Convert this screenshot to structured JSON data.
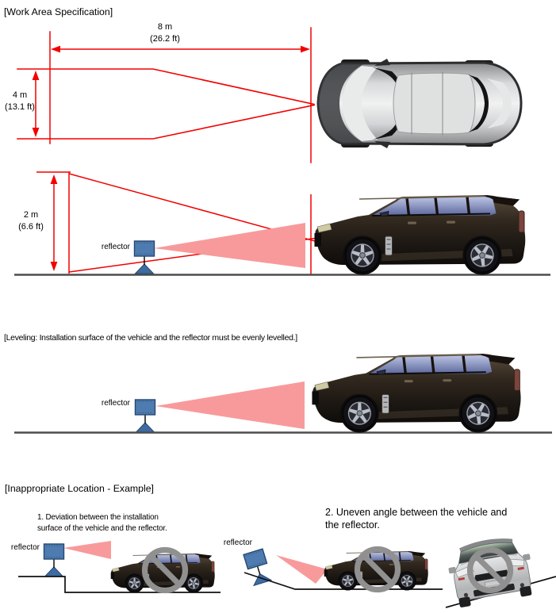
{
  "work_area": {
    "title": "[Work Area Specification]",
    "length_m": "8 m",
    "length_ft": "(26.2 ft)",
    "width_m": "4 m",
    "width_ft": "(13.1 ft)",
    "height_m": "2 m",
    "height_ft": "(6.6 ft)",
    "reflector_label": "reflector"
  },
  "leveling": {
    "title": "[Leveling: Installation surface of the vehicle and the reflector must be evenly levelled.]",
    "reflector_label": "reflector"
  },
  "inappropriate": {
    "title": "[Inappropriate Location - Example]",
    "example1": {
      "caption_line1": "1. Deviation between the installation",
      "caption_line2": "surface of the vehicle and the reflector.",
      "reflector_label": "reflector"
    },
    "example2": {
      "caption_line1": "2. Uneven angle between the vehicle and",
      "caption_line2": "the reflector.",
      "reflector_label": "reflector"
    }
  },
  "colors": {
    "dimension_red": "#f20000",
    "beam_pink": "#f89a9b",
    "reflector_blue": "#4e7cb1",
    "ground_gray": "#4d4d4d",
    "prohibition_gray": "#909090"
  }
}
